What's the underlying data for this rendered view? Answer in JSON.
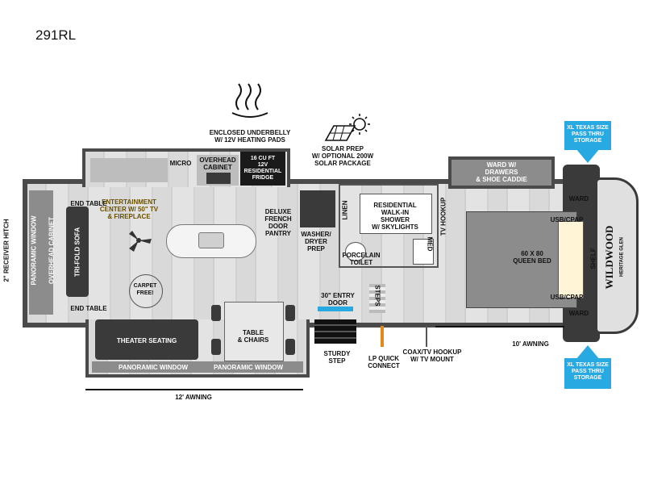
{
  "model": "291RL",
  "labels": {
    "receiver_hitch": "2\" RECEIVER HITCH",
    "panoramic_window_left": "PANORAMIC WINDOW",
    "overhead_cabinet_left": "OVERHEAD CABINET",
    "tri_fold_sofa": "TRI-FOLD SOFA",
    "end_table_top": "END TABLE",
    "end_table_bottom": "END TABLE",
    "entertainment_center": "ENTERTAINMENT\nCENTER W/ 50\" TV\n& FIREPLACE",
    "carpet_free": "CARPET FREE!",
    "theater_seating": "THEATER SEATING",
    "panoramic_window_bottom": "PANORAMIC WINDOW",
    "panoramic_window_bottom2": "PANORAMIC WINDOW",
    "table_chairs": "TABLE\n& CHAIRS",
    "awning_12": "12' AWNING",
    "micro": "MICRO",
    "overhead_cabinet_top": "OVERHEAD\nCABINET",
    "fridge": "16 CU FT\n12V\nRESIDENTIAL\nFRIDGE",
    "underbelly": "ENCLOSED UNDERBELLY\nW/ 12V HEATING PADS",
    "solar": "SOLAR PREP\nW/ OPTIONAL 200W\nSOLAR PACKAGE",
    "pantry": "DELUXE\nFRENCH\nDOOR\nPANTRY",
    "washer_dryer": "WASHER/\nDRYER\nPREP",
    "linen": "LINEN",
    "shower": "RESIDENTIAL\nWALK-IN\nSHOWER\nW/ SKYLIGHTS",
    "toilet": "PORCELAIN\nTOILET",
    "med": "MED",
    "steps": "STEPS",
    "entry_door": "30\" ENTRY\nDOOR",
    "sturdy_step": "STURDY\nSTEP",
    "lp_quick": "LP QUICK\nCONNECT",
    "coax": "COAX/TV HOOKUP\nW/ TV MOUNT",
    "tv_hookup": "TV HOOKUP",
    "ward_drawers": "WARD W/\nDRAWERS\n& SHOE CADDIE",
    "queen_bed": "60 X 80\nQUEEN BED",
    "usb_cpap_top": "USB/CPAP",
    "usb_cpap_bottom": "USB/CPAP",
    "ward_top": "WARD",
    "ward_bottom": "WARD",
    "shelf": "SHELF",
    "awning_10": "10' AWNING",
    "xl_storage_top": "XL TEXAS SIZE\nPASS THRU\nSTORAGE",
    "xl_storage_bottom": "XL TEXAS SIZE\nPASS THRU\nSTORAGE",
    "logo_brand": "WILDWOOD",
    "logo_sub": "HERITAGE GLEN"
  },
  "colors": {
    "callout_blue": "#29a9e1",
    "wall_dark": "#4a4a4a",
    "floor_light": "#d9d9d9"
  },
  "icons": {
    "underbelly": "heat-waves-icon",
    "solar": "sun-solar-panel-icon",
    "fan": "ceiling-fan-icon"
  }
}
